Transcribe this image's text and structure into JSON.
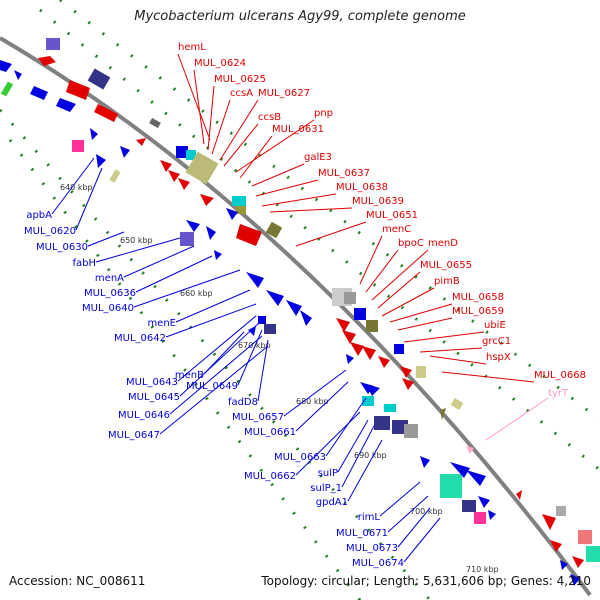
{
  "title": "Mycobacterium ulcerans Agy99, complete genome",
  "footer": {
    "accession": "Accession: NC_008611",
    "summary": "Topology: circular; Length: 5,631,606 bp; Genes: 4,210"
  },
  "colors": {
    "backbone": "#808080",
    "forward": "#e00000",
    "reverse": "#0000e0",
    "rna": "#ff99cc",
    "tick_dots": "#208020"
  },
  "ticks": [
    "640 kbp",
    "650 kbp",
    "660 kbp",
    "670 kbp",
    "680 kbp",
    "690 kbp",
    "700 kbp",
    "710 kbp"
  ],
  "labels_right": [
    "hemL",
    "MUL_0624",
    "MUL_0625",
    "ccsA",
    "MUL_0627",
    "ccsB",
    "pnp",
    "MUL_0631",
    "galE3",
    "MUL_0637",
    "MUL_0638",
    "MUL_0639",
    "MUL_0651",
    "menC",
    "bpoC",
    "menD",
    "MUL_0655",
    "pimB",
    "MUL_0658",
    "MUL_0659",
    "ubiE",
    "grcC1",
    "hspX",
    "MUL_0668"
  ],
  "label_rna": "tyrT",
  "labels_left": [
    "apbA",
    "MUL_0620",
    "MUL_0630",
    "fabH",
    "menA",
    "MUL_0636",
    "MUL_0640",
    "menE",
    "MUL_0642",
    "MUL_0643",
    "menB",
    "MUL_0645",
    "MUL_0649",
    "MUL_0646",
    "fadD8",
    "MUL_0647",
    "MUL_0657",
    "MUL_0661",
    "MUL_0663",
    "MUL_0662",
    "sulP",
    "sulP_1",
    "gpdA1",
    "rimL",
    "MUL_0671",
    "MUL_0673",
    "MUL_0674"
  ]
}
